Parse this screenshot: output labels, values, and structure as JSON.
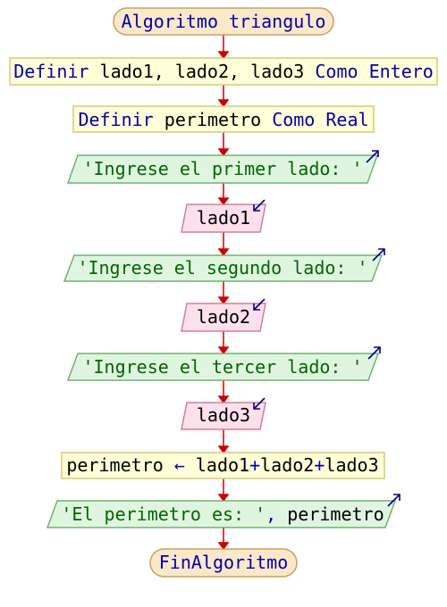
{
  "colors": {
    "terminal_fill": "#fbe8c8",
    "terminal_stroke": "#c8a060",
    "process_fill": "#ffffd8",
    "process_stroke": "#d8c878",
    "output_fill": "#e0f5e0",
    "output_stroke": "#70b070",
    "input_fill": "#fde0ec",
    "input_stroke": "#d08090",
    "arrow": "#cc0000",
    "io_arrow": "#000088"
  },
  "nodes": {
    "start": {
      "text": "Algoritmo triangulo"
    },
    "def1": {
      "kw1": "Definir",
      "vars": " lado1, lado2, lado3 ",
      "kw2": "Como Entero"
    },
    "def2": {
      "kw1": "Definir",
      "vars": " perimetro ",
      "kw2": "Como Real"
    },
    "out1": {
      "text": "'Ingrese el primer lado: '",
      "icon": "output-arrow-icon"
    },
    "in1": {
      "text": "lado1",
      "icon": "input-arrow-icon"
    },
    "out2": {
      "text": "'Ingrese el segundo lado: '",
      "icon": "output-arrow-icon"
    },
    "in2": {
      "text": "lado2",
      "icon": "input-arrow-icon"
    },
    "out3": {
      "text": "'Ingrese el tercer lado: '",
      "icon": "output-arrow-icon"
    },
    "in3": {
      "text": "lado3",
      "icon": "input-arrow-icon"
    },
    "assign": {
      "target": "perimetro ",
      "arrow": "←",
      "expr1": " lado1",
      "plus1": "+",
      "expr2": "lado2",
      "plus2": "+",
      "expr3": "lado3"
    },
    "out4": {
      "str": "'El perimetro es: '",
      "sep": ",",
      "var": " perimetro",
      "icon": "output-arrow-icon"
    },
    "end": {
      "text": "FinAlgoritmo"
    }
  }
}
